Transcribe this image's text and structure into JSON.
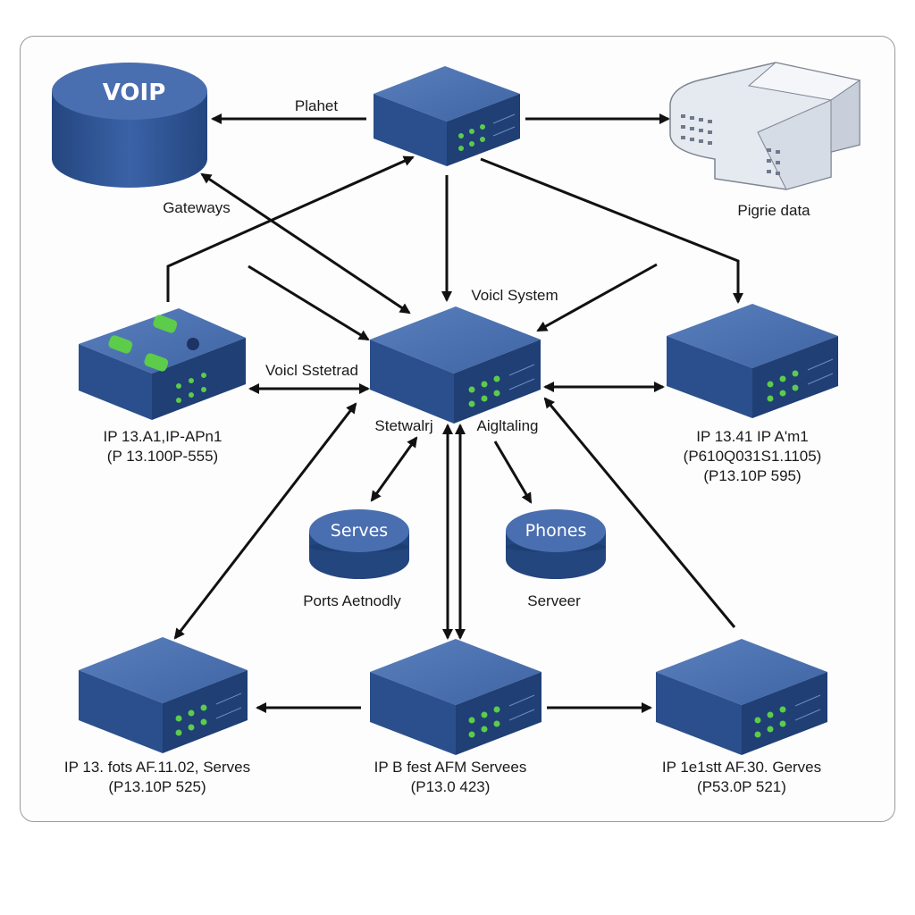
{
  "nodes": {
    "voip_db": {
      "label": "VOIP"
    },
    "serves_disk": {
      "label": "Serves"
    },
    "phones_disk": {
      "label": "Phones"
    }
  },
  "labels": {
    "plahet": "Plahet",
    "gateways": "Gateways",
    "pigrie_data": "Pigrie data",
    "voicl_system": "Voicl System",
    "voicl_stetrad": "Voicl Sstetrad",
    "stetwalrj": "Stetwalrj",
    "aigltaling": "Aigltaling",
    "ports_aetnodly": "Ports Aetnodly",
    "serveer": "Serveer",
    "left_server_line1": "IP 13.A1,IP-APn1",
    "left_server_line2": "(P 13.100P-555)",
    "right_server_line1": "IP 13.41 IP A'm1",
    "right_server_line2": "(P610Q031S1.1105)",
    "right_server_line3": "(P13.10P 595)",
    "bottom_left_line1": "IP 13. fots AF.11.02, Serves",
    "bottom_left_line2": "(P13.10P 525)",
    "bottom_center_line1": "IP B fest AFM Servees",
    "bottom_center_line2": "(P13.0 423)",
    "bottom_right_line1": "IP 1e1stt AF.30. Gerves",
    "bottom_right_line2": "(P53.0P 521)"
  },
  "colors": {
    "device_top": "#4d70ad",
    "device_front": "#2b4f8c",
    "device_side": "#1f3f75",
    "led_green": "#5ccc4a",
    "arrow": "#111111",
    "building": "#e3e7ef"
  }
}
